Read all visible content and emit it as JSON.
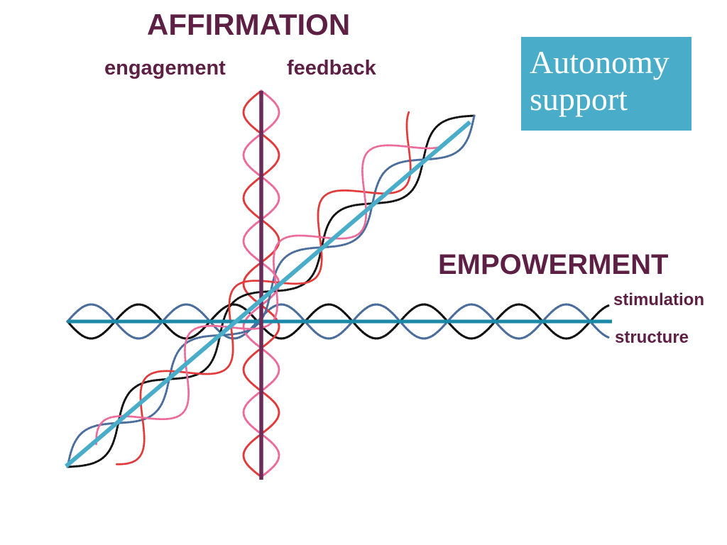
{
  "labels": {
    "affirmation": "AFFIRMATION",
    "engagement": "engagement",
    "feedback": "feedback",
    "empowerment": "EMPOWERMENT",
    "stimulation": "stimulation",
    "structure": "structure"
  },
  "autonomy_box": {
    "line1": "Autonomy",
    "line2": "support",
    "background": "#49acc9",
    "text_color": "#ffffff"
  },
  "colors": {
    "text": "#5e1f45",
    "vertical_axis": "#6b2c5a",
    "horizontal_axis": "#1a8aa8",
    "diagonal_axis": "#49acc9",
    "strand_black": "#111111",
    "strand_blue": "#4a6d9c",
    "strand_red": "#e23a3a",
    "strand_pink": "#ec6b9a"
  }
}
